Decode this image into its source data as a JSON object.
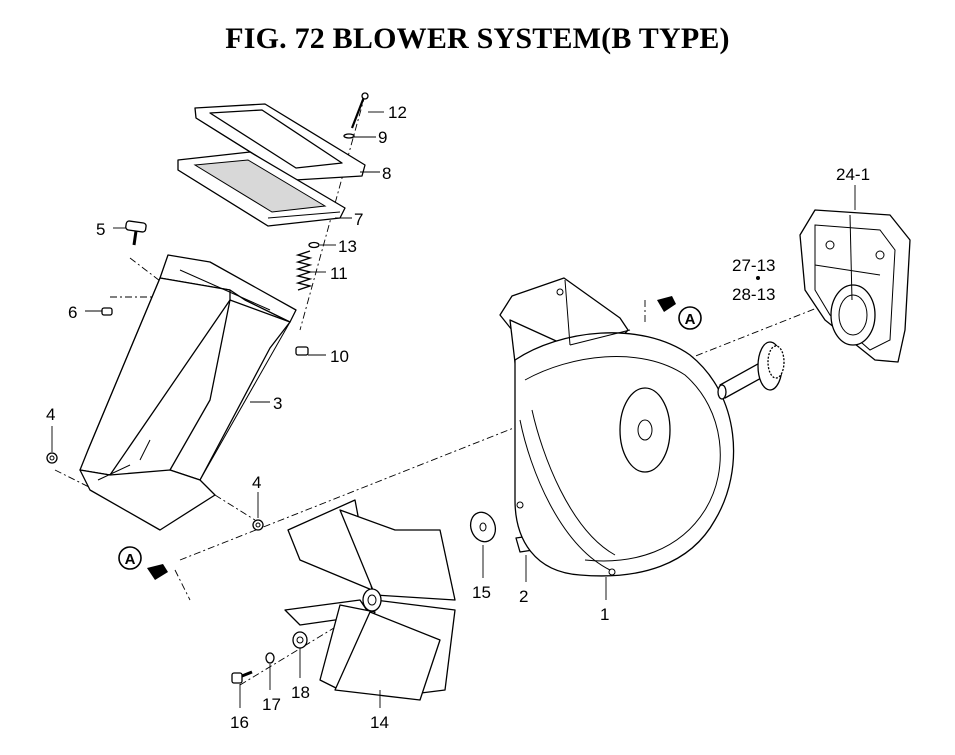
{
  "title": "FIG. 72  BLOWER SYSTEM(B TYPE)",
  "callouts": {
    "c1": "1",
    "c2": "2",
    "c3": "3",
    "c4a": "4",
    "c4b": "4",
    "c5": "5",
    "c6": "6",
    "c7": "7",
    "c8": "8",
    "c9": "9",
    "c10": "10",
    "c11": "11",
    "c12": "12",
    "c13": "13",
    "c14": "14",
    "c15": "15",
    "c16": "16",
    "c17": "17",
    "c18": "18",
    "c24_1": "24-1",
    "c27_13": "27-13",
    "c28_13": "28-13"
  },
  "view_marker": {
    "letter_right": "A",
    "letter_left": "A"
  }
}
